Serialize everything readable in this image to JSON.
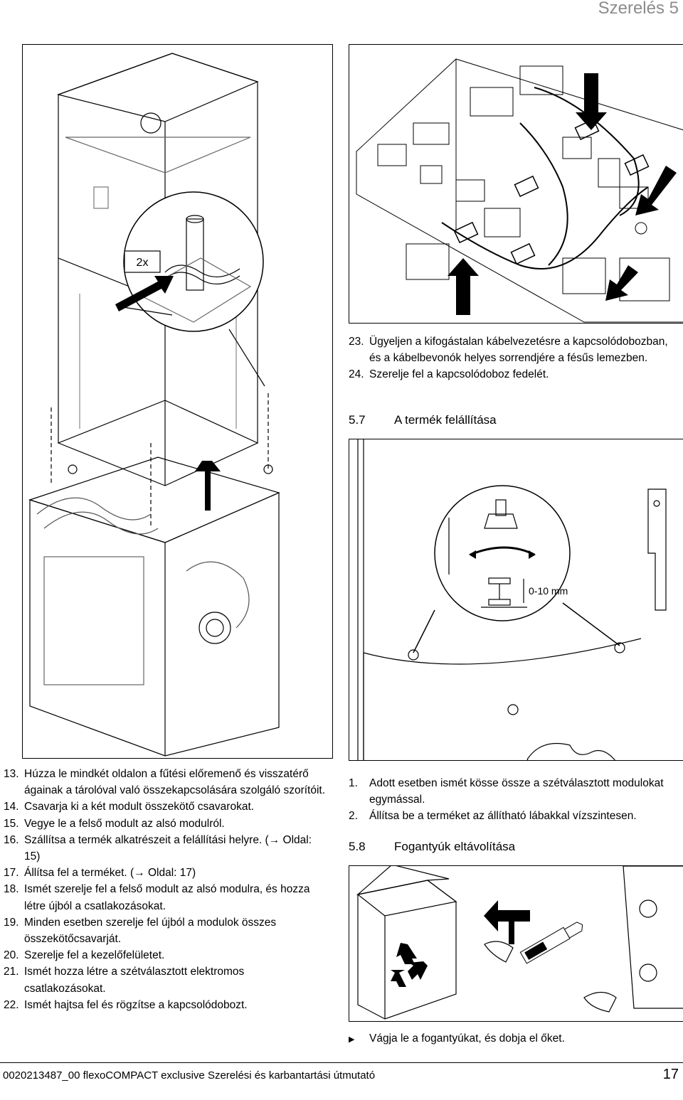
{
  "header": {
    "title": "Szerelés 5"
  },
  "figure1": {
    "label": "2x"
  },
  "figure3": {
    "label": "0-10 mm"
  },
  "right_steps_top": [
    {
      "num": "23.",
      "text": "Ügyeljen a kifogástalan kábelvezetésre a kapcsolódobozban, és a kábelbevonók helyes sorrendjére a fésűs lemezben."
    },
    {
      "num": "24.",
      "text": "Szerelje fel a kapcsolódoboz fedelét."
    }
  ],
  "section57": {
    "num": "5.7",
    "title": "A termék felállítása"
  },
  "left_steps": [
    {
      "num": "13.",
      "text": "Húzza le mindkét oldalon a fűtési előremenő és visszatérő ágainak a tárolóval való összekapcsolására szolgáló szorítóit."
    },
    {
      "num": "14.",
      "text": "Csavarja ki a két modult összekötő csavarokat."
    },
    {
      "num": "15.",
      "text": "Vegye le a felső modult az alsó modulról."
    },
    {
      "num": "16.",
      "text": "Szállítsa a termék alkatrészeit a felállítási helyre. (→ Oldal: 15)"
    },
    {
      "num": "17.",
      "text": "Állítsa fel a terméket. (→ Oldal: 17)"
    },
    {
      "num": "18.",
      "text": "Ismét szerelje fel a felső modult az alsó modulra, és hozza létre újból a csatlakozásokat."
    },
    {
      "num": "19.",
      "text": "Minden esetben szerelje fel újból a modulok összes összekötőcsavarját."
    },
    {
      "num": "20.",
      "text": "Szerelje fel a kezelőfelületet."
    },
    {
      "num": "21.",
      "text": "Ismét hozza létre a szétválasztott elektromos csatlakozásokat."
    },
    {
      "num": "22.",
      "text": "Ismét hajtsa fel és rögzítse a kapcsolódobozt."
    }
  ],
  "right_steps_bottom": [
    {
      "num": "1.",
      "text": "Adott esetben ismét kösse össze a szétválasztott modulokat egymással."
    },
    {
      "num": "2.",
      "text": "Állítsa be a terméket az állítható lábakkal vízszintesen."
    }
  ],
  "section58": {
    "num": "5.8",
    "title": "Fogantyúk eltávolítása"
  },
  "final_step": {
    "bullet": "▶",
    "text": "Vágja le a fogantyúkat, és dobja el őket."
  },
  "footer": {
    "doc": "0020213487_00 flexoCOMPACT exclusive Szerelési és karbantartási útmutató",
    "page": "17"
  }
}
